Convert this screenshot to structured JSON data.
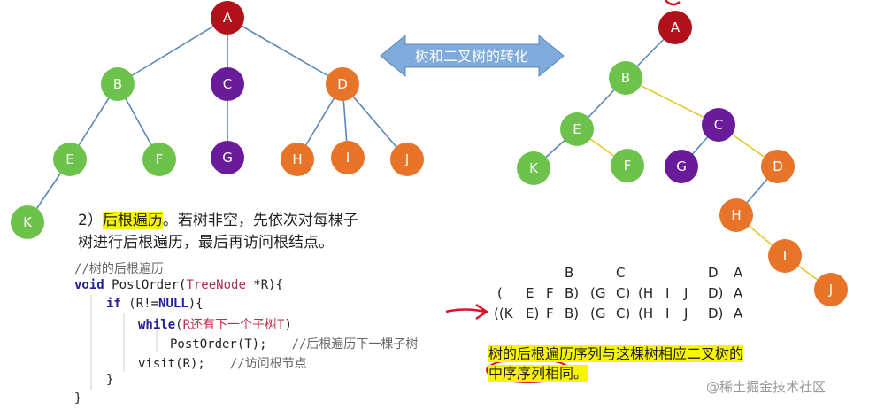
{
  "arrow_label": "树和二叉树的转化",
  "tree_nodes": [
    "A",
    "B",
    "C",
    "D",
    "E",
    "F",
    "G",
    "H",
    "I",
    "J",
    "K"
  ],
  "colors": {
    "root": "#b0111b",
    "green": "#6cc24a",
    "purple": "#6a1b9a",
    "orange": "#e8742a",
    "arrow": "#7faadc",
    "yellow_edge": "#e6c72a",
    "blue_edge": "#5a87b8",
    "highlight": "#f7f500",
    "annot_red": "#e0102a"
  },
  "desc": {
    "num": "2）",
    "term": "后根遍历",
    "rest1": "。若树非空，先依次对每棵子",
    "line2": "树进行后根遍历，最后再访问根结点。"
  },
  "code": {
    "comment1": "//树的后根遍历",
    "l2_void": "void",
    "l2_fn": " PostOrder(",
    "l2_type": "TreeNode",
    "l2_end": " *R){",
    "l3_if": "if",
    "l3_rest": " (R!=",
    "l3_null": "NULL",
    "l3_end": "){",
    "l4_while": "while",
    "l4_open": "(",
    "l4_cond": "R还有下一个子树T",
    "l4_close": ")",
    "l5_call": "PostOrder(T);",
    "l5_comment": "//后根遍历下一棵子树",
    "l6_call": "visit(R);",
    "l6_comment": "//访问根节点",
    "l7": "}",
    "l8": "}"
  },
  "sequence": {
    "row1": [
      "B",
      "C",
      "D",
      "A"
    ],
    "row2": [
      "(",
      "E",
      "F",
      "B)",
      "(G",
      "C)",
      "(H",
      "I",
      "J",
      "D)",
      "A"
    ],
    "row3": [
      "((K",
      "E)",
      "F",
      "B)",
      "(G",
      "C)",
      "(H",
      "I",
      "J",
      "D)",
      "A"
    ]
  },
  "conclusion": {
    "line1": "树的后根遍历序列与这棵树相应二叉树的",
    "line2_circled": "中序序列",
    "line2_rest": "相同。"
  },
  "watermark": "@稀土掘金技术社区"
}
